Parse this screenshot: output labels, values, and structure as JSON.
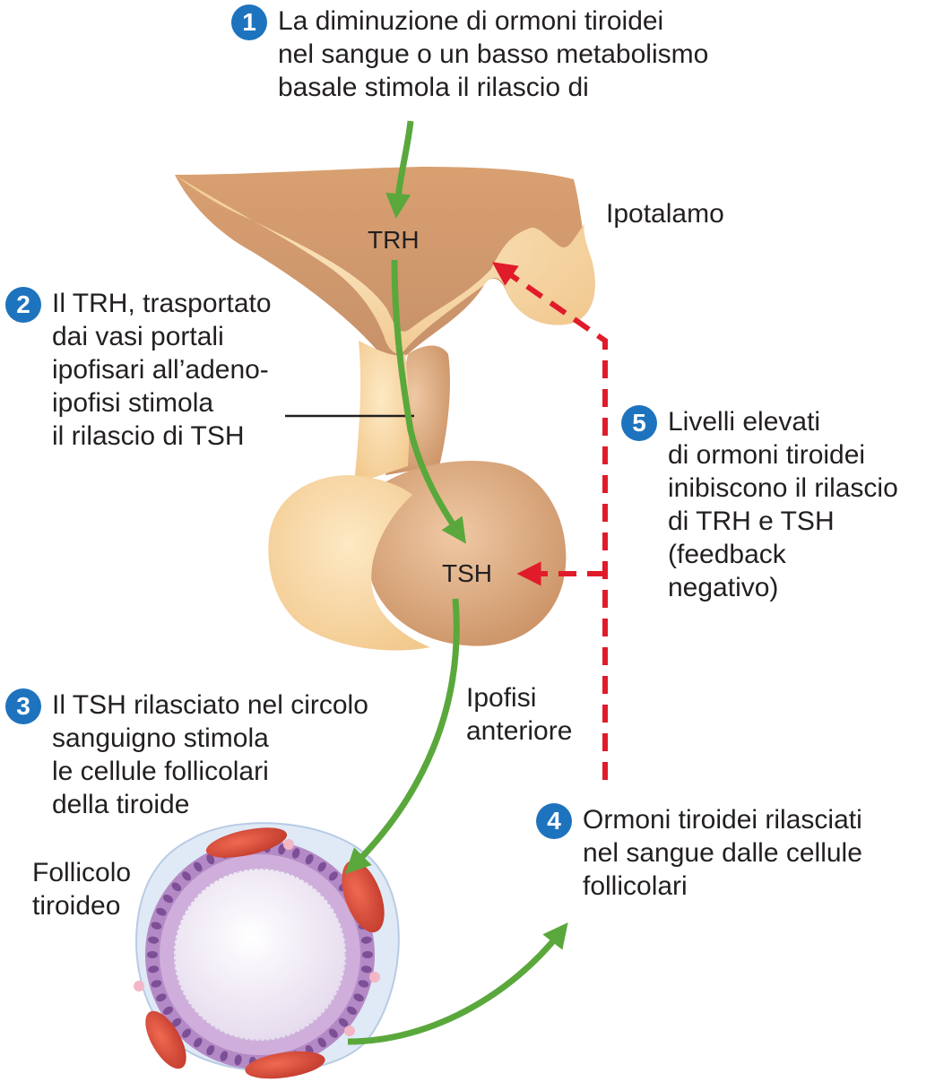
{
  "steps": [
    {
      "number": "1",
      "text": "La diminuzione di ormoni tiroidei\nnel sangue o un basso metabolismo\nbasale stimola il rilascio di"
    },
    {
      "number": "2",
      "text": "Il TRH, trasportato\ndai vasi portali\nipofisari all’adeno-\nipofisi stimola\nil rilascio di TSH"
    },
    {
      "number": "3",
      "text": "Il TSH rilasciato nel circolo\nsanguigno stimola\nle cellule follicolari\ndella tiroide"
    },
    {
      "number": "4",
      "text": "Ormoni tiroidei rilasciati\nnel sangue dalle cellule\nfollicolari"
    },
    {
      "number": "5",
      "text": "Livelli elevati\ndi ormoni tiroidei\ninibiscono il rilascio\ndi TRH e TSH\n(feedback\nnegativo)"
    }
  ],
  "labels": {
    "hypothalamus": "Ipotalamo",
    "anterior_pituitary": "Ipofisi\nanteriore",
    "follicle": "Follicolo\ntiroideo",
    "trh": "TRH",
    "tsh": "TSH"
  },
  "colors": {
    "badge": "#1e73be",
    "stimulation_arrow": "#5aa83c",
    "feedback_arrow": "#e01b2a",
    "tissue_light": "#f8d9a4",
    "tissue_dark": "#d9a57a"
  }
}
